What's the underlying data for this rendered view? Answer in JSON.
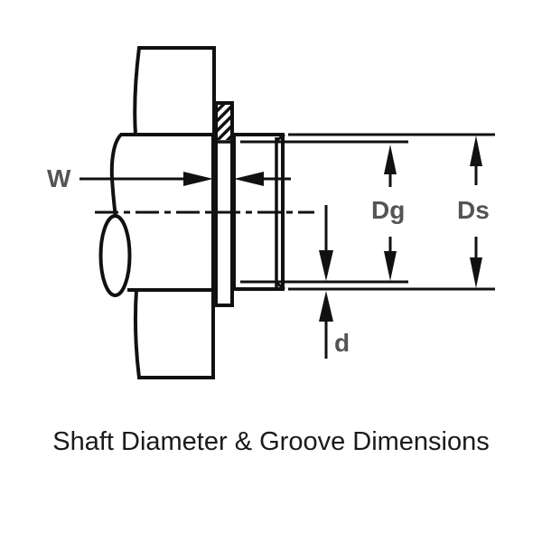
{
  "title": "Shaft Diameter & Groove Dimensions",
  "labels": {
    "groove_width": "W",
    "groove_diameter": "Dg",
    "shaft_diameter": "Ds",
    "groove_depth": "d"
  },
  "colors": {
    "line": "#111111",
    "label": "#545454",
    "caption": "#1a1a1a",
    "background": "#ffffff"
  }
}
